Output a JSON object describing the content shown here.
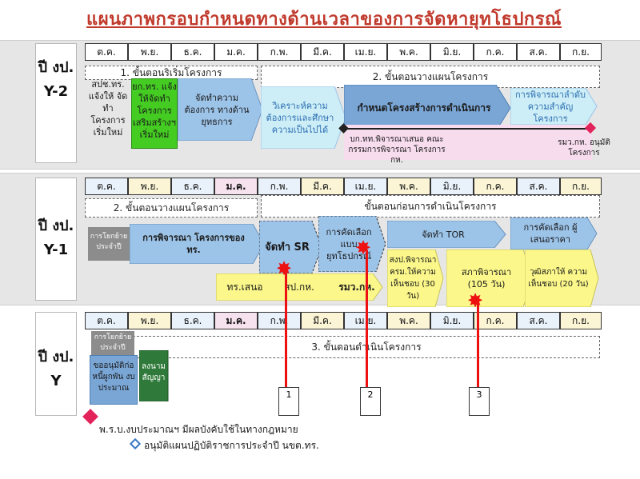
{
  "title": "แผนภาพกรอบกำหนดทางด้านเวลาของการจัดหายุทโธปกรณ์",
  "months": [
    "ต.ค.",
    "พ.ย.",
    "ธ.ค.",
    "ม.ค.",
    "ก.พ.",
    "มี.ค.",
    "เม.ย.",
    "พ.ค.",
    "มิ.ย.",
    "ก.ค.",
    "ส.ค.",
    "ก.ย."
  ],
  "y2": {
    "year_label": "ปี งป.",
    "year_code": "Y-2",
    "phase1_label": "1. ขั้นตอนริเริ่มโครงการ",
    "phase2_label": "2. ขั้นตอนวางแผนโครงการ",
    "note_left": "สปช.ทร. แจ้งให้ จัดทำ โครงการ เริ่มใหม่",
    "box_green": "ยก.ทร. แจ้ง ให้จัดทำ โครงการ เสริมสร้างฯ เริ่มใหม่",
    "box_requirements": "จัดทำความต้องการ ทางด้านยุทธการ",
    "box_analysis": "วิเคราะห์ความ ต้องการและศึกษา ความเป็นไปได้",
    "box_structure": "กำหนดโครงสร้างการดำเนินการ",
    "box_priority": "การพิจารณาลำดับ ความสำคัญโครงการ",
    "note_committee": "บก.ทท.พิจารณาเสนอ คณะกรรมการพิจารณา โครงการ กห.",
    "note_approve": "รมว.กห. อนุมัติโครงการ"
  },
  "y1": {
    "year_label": "ปี งป.",
    "year_code": "Y-1",
    "phase2_label": "2. ขั้นตอนวางแผนโครงการ",
    "phase_pre_label": "ขั้นตอนก่อนการดำเนินโครงการ",
    "box_annual": "การโยกย้าย ประจำปี",
    "box_consider": "การพิจารณา โครงการของ ทร.",
    "box_sr": "จัดทำ SR",
    "box_select": "การคัดเลือก แบบ ยุทโธปกรณ์",
    "box_tor": "จัดทำ TOR",
    "box_committee_select": "การคัดเลือก ผู้เสนอราคา",
    "box_parliament": "สงป.พิจารณา ครม.ให้ความ เห็นชอบ (30 วัน)",
    "box_senate": "สภาพิจารณา (105 วัน)",
    "box_senate_approve": "วุฒิสภาให้ ความเห็นชอบ (20 วัน)",
    "flow_navy": "ทร.เสนอ",
    "flow_sp": "สป.กห.",
    "flow_minister": "รมว.กห."
  },
  "y0": {
    "year_label": "ปี งป.",
    "year_code": "Y",
    "phase3_label": "3. ขั้นตอนดำเนินโครงการ",
    "box_annual": "การโยกย้าย ประจำปี",
    "box_request": "ขออนุมัติก่อ หนี้ผูกพัน งบประมาณ",
    "box_sign": "ลงนาม สัญญา"
  },
  "legend": {
    "budget_act": "พ.ร.บ.งบประมาณฯ มีผลบังคับใช้ในทางกฎหมาย",
    "approve_plan": "อนุมัติแผนปฏิบัติราชการประจำปี นขต.ทร."
  },
  "markers": [
    "1",
    "2",
    "3"
  ],
  "colors": {
    "title": "#c0392b",
    "arrow_blue": "#9cc3e8",
    "arrow_blue_dark": "#7aa6d6",
    "arrow_cyan": "#cdeef7",
    "arrow_green": "#44cc22",
    "arrow_darkgreen": "#2f7a3a",
    "arrow_yellow": "#fbf78a",
    "arrow_pink": "#f7dcee",
    "arrow_gray": "#8c8c8c",
    "star_red": "#ee1111"
  }
}
